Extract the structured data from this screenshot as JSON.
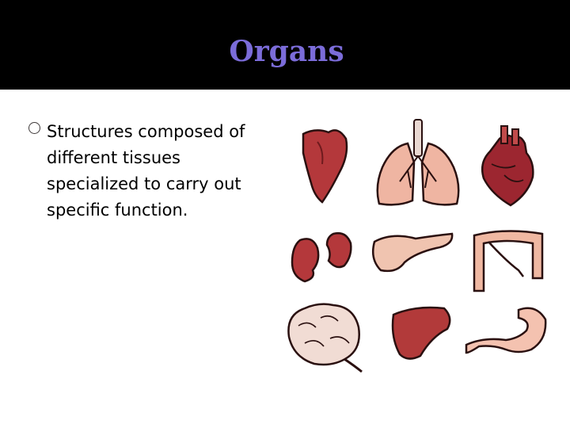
{
  "slide": {
    "title": "Organs",
    "title_color": "#7b6cd9",
    "header_background": "#000000",
    "bullets": [
      {
        "icon": "hollow-circle-bullet-icon",
        "text": "Structures composed of different tissues specialized to carry out specific function."
      }
    ],
    "illustration": {
      "organs": [
        "heart",
        "lungs",
        "heart",
        "kidneys",
        "pancreas",
        "large-intestine",
        "brain",
        "liver",
        "stomach"
      ]
    }
  }
}
